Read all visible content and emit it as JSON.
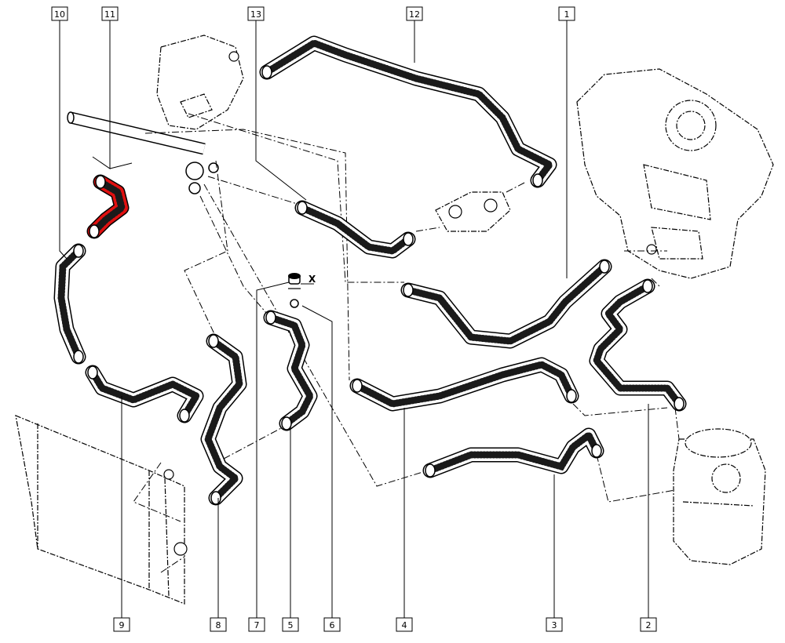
{
  "colors": {
    "highlight": "#e01010",
    "hose": "#ffffff",
    "line": "#000000"
  },
  "highlighted_part": "11",
  "marker_label": "X",
  "callouts_top": [
    "10",
    "11",
    "13",
    "12",
    "1"
  ],
  "callouts_bottom": [
    "9",
    "8",
    "7",
    "5",
    "6",
    "4",
    "3",
    "2"
  ]
}
